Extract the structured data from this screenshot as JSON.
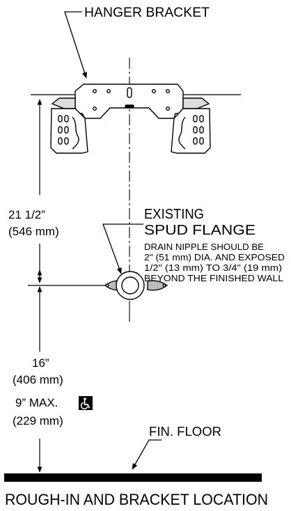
{
  "labels": {
    "hanger_bracket": "HANGER BRACKET",
    "dim_upper": "21 1/2”",
    "dim_upper_mm": "(546 mm)",
    "existing": "EXISTING",
    "spud_flange": "SPUD FLANGE",
    "note_1": "DRAIN NIPPLE SHOULD BE",
    "note_2": "2\" (51 mm) DIA. AND EXPOSED",
    "note_3": "1/2\" (13 mm) TO 3/4\" (19 mm)",
    "note_4": "BEYOND THE FINISHED WALL",
    "dim_lower": "16”",
    "dim_lower_mm": "(406 mm)",
    "dim_max": "9” MAX.",
    "dim_max_mm": "(229 mm)",
    "fin_floor": "FIN. FLOOR",
    "caption": "ROUGH-IN AND BRACKET LOCATION"
  },
  "icons": {
    "accessibility": "wheelchair-icon"
  },
  "colors": {
    "ink": "#000000",
    "background": "#ffffff"
  }
}
